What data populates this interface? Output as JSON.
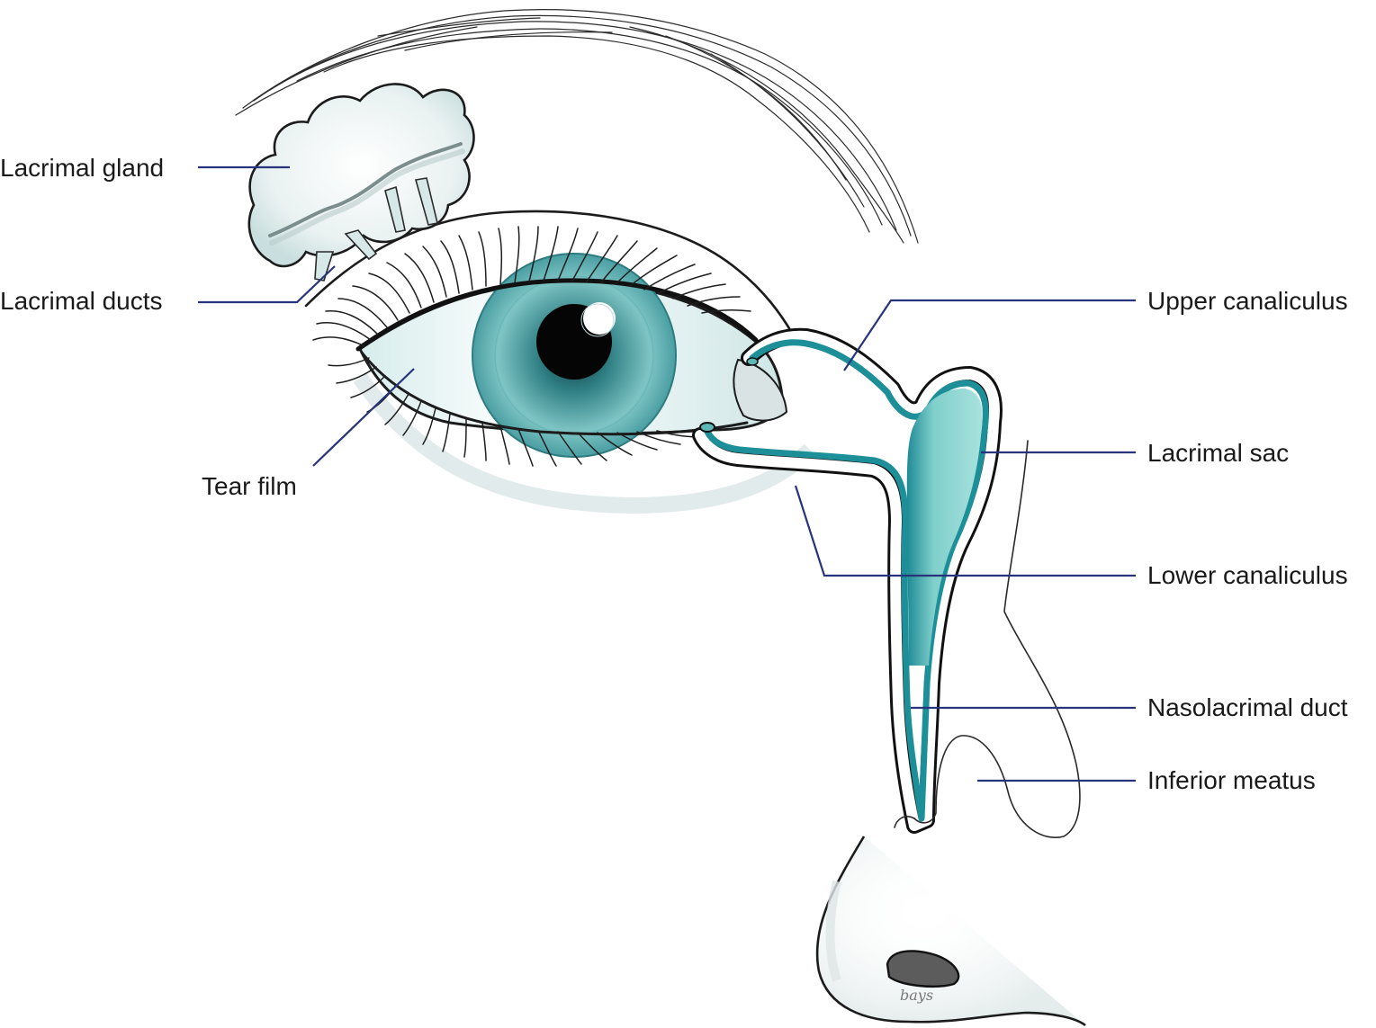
{
  "labels": {
    "lacrimal_gland": "Lacrimal gland",
    "lacrimal_ducts": "Lacrimal ducts",
    "tear_film": "Tear film",
    "upper_canaliculus": "Upper canaliculus",
    "lacrimal_sac": "Lacrimal sac",
    "lower_canaliculus": "Lower canaliculus",
    "nasolacrimal_duct": "Nasolacrimal duct",
    "inferior_meatus": "Inferior meatus"
  },
  "colors": {
    "leader_line": "#27337a",
    "iris": "#4aa3a6",
    "duct_fill": "#8fd3cf",
    "duct_dark": "#2a8f9a",
    "gland": "#dfeceb",
    "outline": "#1c1c1c"
  },
  "artist_signature": "bays"
}
